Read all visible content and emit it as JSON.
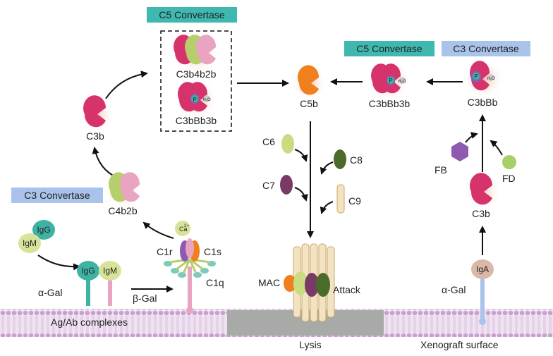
{
  "badges": {
    "c5_top": "C5 Convertase",
    "c5_right": "C5 Convertase",
    "c3_right": "C3 Convertase",
    "c3_left": "C3 Convertase"
  },
  "labels": {
    "c3b4b2b": "C3b4b2b",
    "c3bbb3b_box": "C3bBb3b",
    "c3b_left": "C3b",
    "c4b2b": "C4b2b",
    "c5b": "C5b",
    "c3bbb3b_right": "C3bBb3b",
    "c3bbb": "C3bBb",
    "c6": "C6",
    "c7": "C7",
    "c8": "C8",
    "c9": "C9",
    "fb": "FB",
    "fd": "FD",
    "c3b_right": "C3b",
    "c1r": "C1r",
    "c1s": "C1s",
    "c1q": "C1q",
    "ca": "Ca",
    "ca_sup": "2+",
    "alpha_gal_left": "α-Gal",
    "beta_gal": "β-Gal",
    "ag_ab": "Ag/Ab complexes",
    "mac": "MAC",
    "attack": "Attack",
    "lysis": "Lysis",
    "alpha_gal_right": "α-Gal",
    "xenograft": "Xenograft surface"
  },
  "molecules": {
    "igg": "IgG",
    "igm": "IgM",
    "iga": "IgA",
    "p": "P",
    "h2o": "H₂O"
  },
  "colors": {
    "c3b": "#d6336c",
    "c4b": "#b7cf6b",
    "c2b": "#e8a4c0",
    "c5b": "#f07f1e",
    "c6": "#c9dc82",
    "c7": "#7a3a68",
    "c8": "#4a6b2a",
    "fb": "#8d5ab0",
    "fd": "#a7cf6b",
    "igg": "#3fb3a3",
    "igm": "#d8e39a",
    "iga": "#d9b8a8",
    "c5_badge": "#3fb8b0",
    "c3_badge": "#a9c3ea",
    "membrane": "#c7a0ce",
    "lysis_gray": "#a8aaa8"
  }
}
